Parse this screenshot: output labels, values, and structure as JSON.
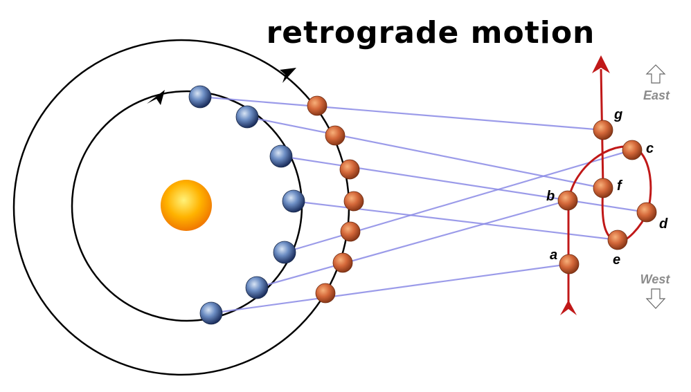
{
  "title": "retrograde motion",
  "directions": {
    "up": "East",
    "down": "West"
  },
  "points": [
    "a",
    "b",
    "c",
    "d",
    "e",
    "f",
    "g"
  ],
  "colors": {
    "orbit": "#000000",
    "sight_line": "#8a8ae6",
    "path": "#c01818",
    "sun": "#f7a400",
    "earth": "#2f4f8c",
    "mars": "#c8602f"
  },
  "icons": [
    "sun-icon",
    "earth-icon",
    "mars-icon",
    "east-arrow-icon",
    "west-arrow-icon"
  ]
}
